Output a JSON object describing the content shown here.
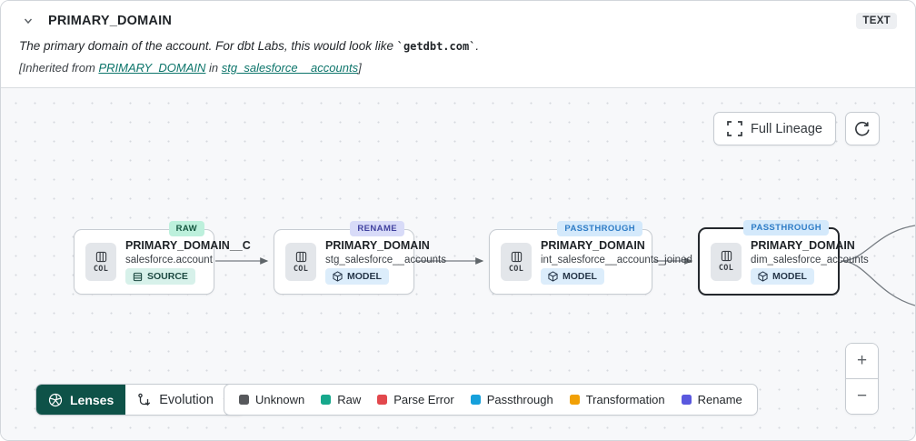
{
  "header": {
    "title": "PRIMARY_DOMAIN",
    "type_badge": "TEXT",
    "description_prefix": "The primary domain of the account. For dbt Labs, this would look like ",
    "description_code": "`getdbt.com`",
    "description_suffix": ".",
    "inherited": {
      "prefix": "[Inherited from ",
      "column_link": "PRIMARY_DOMAIN",
      "middle": " in ",
      "model_link": "stg_salesforce__accounts",
      "suffix": "]"
    }
  },
  "toolbar": {
    "full_lineage_label": "Full Lineage"
  },
  "nodes": [
    {
      "badge": "RAW",
      "title": "PRIMARY_DOMAIN__C",
      "subtitle": "salesforce.account",
      "resource": "SOURCE",
      "col_label": "COL",
      "selected": false
    },
    {
      "badge": "RENAME",
      "title": "PRIMARY_DOMAIN",
      "subtitle": "stg_salesforce__accounts",
      "resource": "MODEL",
      "col_label": "COL",
      "selected": false
    },
    {
      "badge": "PASSTHROUGH",
      "title": "PRIMARY_DOMAIN",
      "subtitle": "int_salesforce__accounts_joined",
      "resource": "MODEL",
      "col_label": "COL",
      "selected": false
    },
    {
      "badge": "PASSTHROUGH",
      "title": "PRIMARY_DOMAIN",
      "subtitle": "dim_salesforce_accounts",
      "resource": "MODEL",
      "col_label": "COL",
      "selected": true
    }
  ],
  "lenses": {
    "button_label": "Lenses",
    "selected_lens": "Evolution"
  },
  "legend": [
    {
      "label": "Unknown",
      "color": "#57595c"
    },
    {
      "label": "Raw",
      "color": "#17a88c"
    },
    {
      "label": "Parse Error",
      "color": "#e2484d"
    },
    {
      "label": "Passthrough",
      "color": "#16a0db"
    },
    {
      "label": "Transformation",
      "color": "#f1a006"
    },
    {
      "label": "Rename",
      "color": "#5a58de"
    }
  ],
  "zoom_controls": {
    "zoom_in": "+",
    "zoom_out": "−"
  },
  "colors": {
    "lenses_button": "#0e5248",
    "link_teal": "#0d756b",
    "badge_raw_bg": "#bdf0dc",
    "badge_rename_bg": "#d8dbf8",
    "badge_passthrough_bg": "#d4e9fb"
  },
  "icons": [
    "chevron-down-icon",
    "expand-icon",
    "refresh-icon",
    "column-icon",
    "source-table-icon",
    "model-cube-icon",
    "lenses-aperture-icon",
    "evolution-route-icon",
    "plus-icon",
    "minus-icon"
  ]
}
